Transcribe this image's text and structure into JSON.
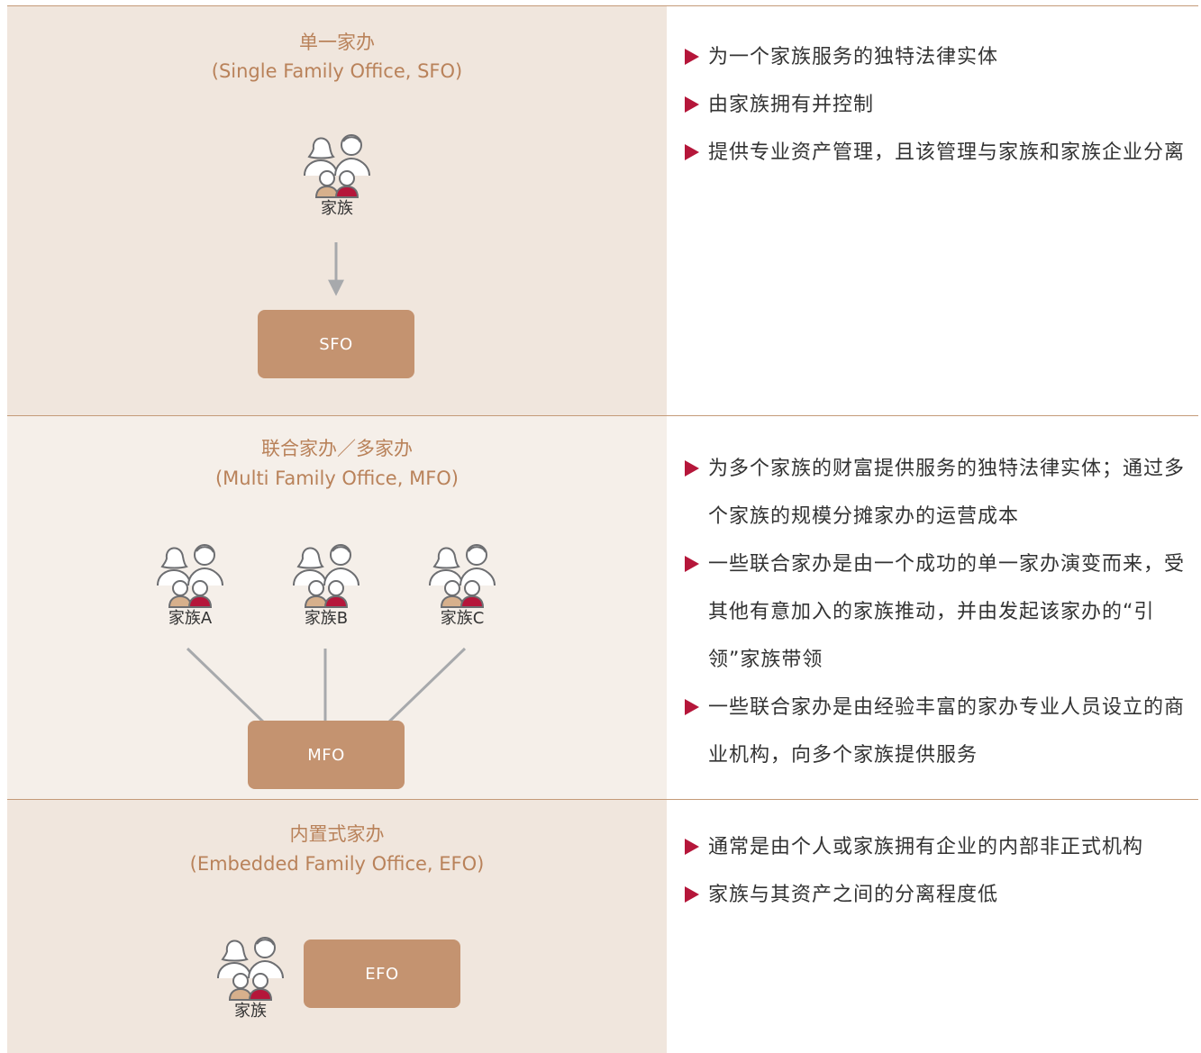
{
  "colors": {
    "accent_text": "#b9825a",
    "box_fill": "#c49370",
    "bullet": "#b5163a",
    "arrow": "#a7a9ac",
    "panel_bg_1": "#f0e6dd",
    "panel_bg_2": "#f5efe9"
  },
  "sfo": {
    "title": "单一家办",
    "subtitle": "(Single Family Office, SFO)",
    "family_label": "家族",
    "box_label": "SFO",
    "bullets": [
      "为一个家族服务的独特法律实体",
      "由家族拥有并控制",
      "提供专业资产管理，且该管理与家族和家族企业分离"
    ]
  },
  "mfo": {
    "title": "联合家办／多家办",
    "subtitle": "(Multi Family Office, MFO)",
    "families": [
      "家族A",
      "家族B",
      "家族C"
    ],
    "box_label": "MFO",
    "bullets": [
      "为多个家族的财富提供服务的独特法律实体；通过多个家族的规模分摊家办的运营成本",
      "一些联合家办是由一个成功的单一家办演变而来，受其他有意加入的家族推动，并由发起该家办的“引领”家族带领",
      "一些联合家办是由经验丰富的家办专业人员设立的商业机构，向多个家族提供服务"
    ]
  },
  "efo": {
    "title": "内置式家办",
    "subtitle": "(Embedded Family Office, EFO)",
    "family_label": "家族",
    "box_label": "EFO",
    "bullets": [
      "通常是由个人或家族拥有企业的内部非正式机构",
      "家族与其资产之间的分离程度低"
    ]
  }
}
